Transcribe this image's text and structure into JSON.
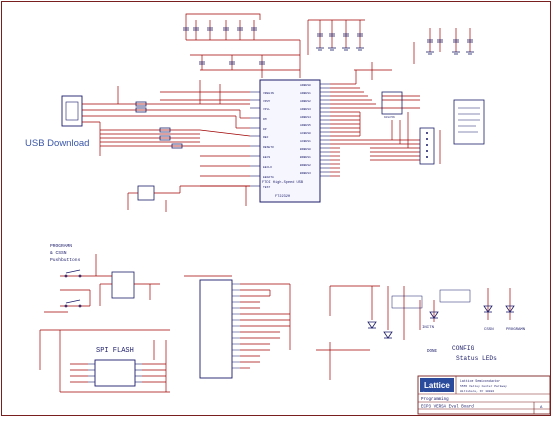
{
  "sheet": {
    "sections": {
      "usb_download": "USB Download",
      "pushbuttons": [
        "PROGRAMN",
        "& CSSN",
        "Pushbuttons"
      ],
      "spi_flash": "SPI FLASH",
      "config_status": [
        "CONFIG",
        "Status LEDs"
      ]
    },
    "led_labels": {
      "done": "DONE",
      "initn": "INITN",
      "cssn": "CSSN",
      "programn": "PROGRAMN"
    },
    "chip": {
      "ftdi_name": "FTDI High-Speed USB",
      "ftdi_part": "FT2232H",
      "flash_part": "SPI FLASH",
      "eeprom_part": "93LC56"
    },
    "title_block": {
      "logo": "Lattice",
      "logo_sub": "Semiconductor",
      "company": "Lattice Semiconductor",
      "address": [
        "5555 Valley Center Parkway",
        "Hillsboro, Or 10022"
      ],
      "title": "Programming",
      "board": "ECP3 VERSA Eval Board",
      "rev": "A"
    },
    "colors": {
      "wire": "#a00000",
      "symbol": "#1c1c6a",
      "blue_label": "#3a56a8",
      "frame": "#7a1f1f"
    }
  }
}
